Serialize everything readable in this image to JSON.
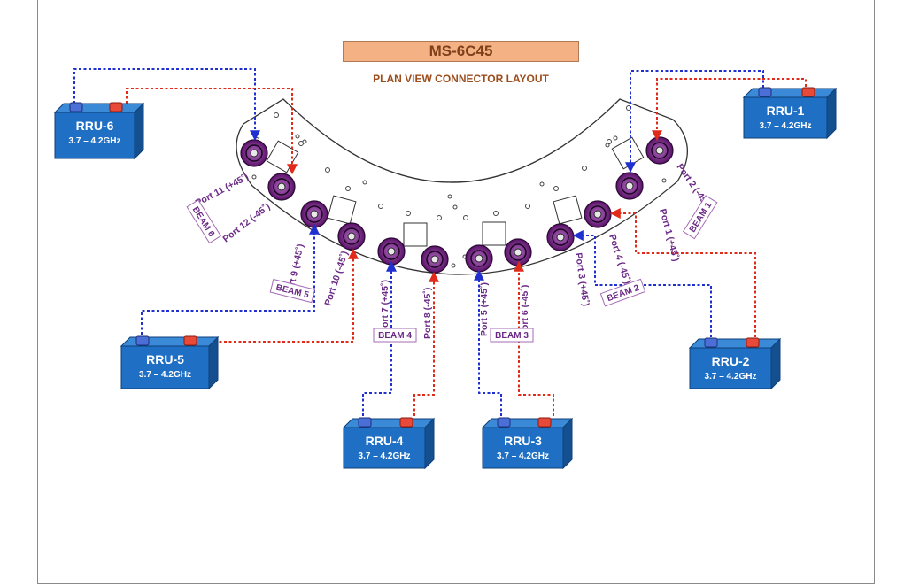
{
  "title": "MS-6C45",
  "subtitle": "PLAN VIEW CONNECTOR LAYOUT",
  "colors": {
    "blue_line": "#1f2fd0",
    "red_line": "#e02a1a",
    "connector_fill": "#7a1f8a",
    "rru_face": "#1f6fc4",
    "title_fill": "#f4b183",
    "label_purple": "#6b2a86"
  },
  "rrus": [
    {
      "name": "RRU-1",
      "band": "3.7 – 4.2GHz"
    },
    {
      "name": "RRU-2",
      "band": "3.7 – 4.2GHz"
    },
    {
      "name": "RRU-3",
      "band": "3.7 – 4.2GHz"
    },
    {
      "name": "RRU-4",
      "band": "3.7 – 4.2GHz"
    },
    {
      "name": "RRU-5",
      "band": "3.7 – 4.2GHz"
    },
    {
      "name": "RRU-6",
      "band": "3.7 – 4.2GHz"
    }
  ],
  "ports": [
    "Port 1 (+45˚)",
    "Port 2 (-45˚)",
    "Port 3 (+45˚)",
    "Port 4 (-45˚)",
    "Port 5 (+45˚)",
    "Port 6 (-45˚)",
    "Port 7 (+45˚)",
    "Port 8 (-45˚)",
    "Port 9 (+45˚)",
    "Port 10 (-45˚)",
    "Port 11 (+45˚)",
    "Port 12 (-45˚)"
  ],
  "beams": [
    "BEAM 1",
    "BEAM 2",
    "BEAM 3",
    "BEAM 4",
    "BEAM 5",
    "BEAM 6"
  ]
}
